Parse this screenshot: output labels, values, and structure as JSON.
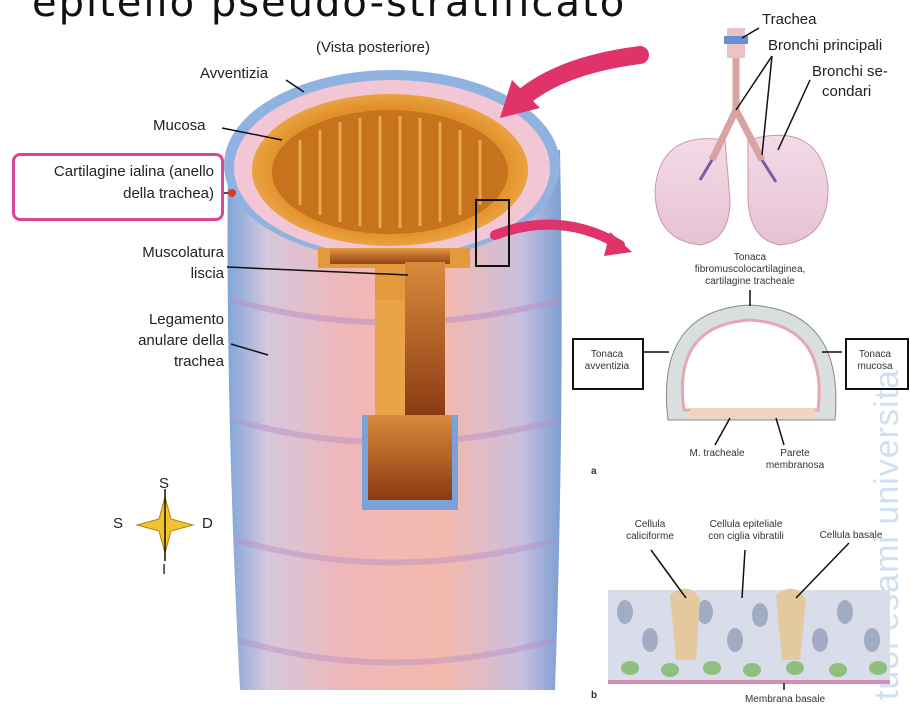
{
  "handwriting": "epitelio pseudo-stratificato",
  "trachea_view": {
    "title": "(Vista posteriore)",
    "labels": {
      "avventizia": "Avventizia",
      "mucosa": "Mucosa",
      "cartilagine_line1": "Cartilagine ialina (anello",
      "cartilagine_line2": "della trachea)",
      "muscolatura_line1": "Muscolatura",
      "muscolatura_line2": "liscia",
      "legamento_line1": "Legamento",
      "legamento_line2": "anulare della",
      "legamento_line3": "trachea"
    }
  },
  "compass": {
    "north": "S",
    "west": "S",
    "east": "D",
    "south": "I"
  },
  "lungs": {
    "trachea": "Trachea",
    "bronchi_principali": "Bronchi principali",
    "bronchi_secondari_1": "Bronchi se-",
    "bronchi_secondari_2": "condari"
  },
  "cross_section": {
    "tonaca_fibro_1": "Tonaca",
    "tonaca_fibro_2": "fibromuscolocartilaginea,",
    "tonaca_fibro_3": "cartilagine tracheale",
    "avventizia_1": "Tonaca",
    "avventizia_2": "avventizia",
    "mucosa_1": "Tonaca",
    "mucosa_2": "mucosa",
    "m_tracheale": "M. tracheale",
    "parete_1": "Parete",
    "parete_2": "membranosa",
    "panel_letter": "a"
  },
  "epithelium": {
    "caliciforme_1": "Cellula",
    "caliciforme_2": "caliciforme",
    "epiteliale_1": "Cellula epiteliale",
    "epiteliale_2": "con ciglia vibratili",
    "basale": "Cellula basale",
    "membrana": "Membrana basale",
    "panel_letter": "b"
  },
  "watermark": "tuoi esami universita",
  "colors": {
    "highlight": "#d9479a",
    "arrow": "#e0336a",
    "mucosa": "#e89a2c",
    "cartilage": "#f2c6d4"
  }
}
